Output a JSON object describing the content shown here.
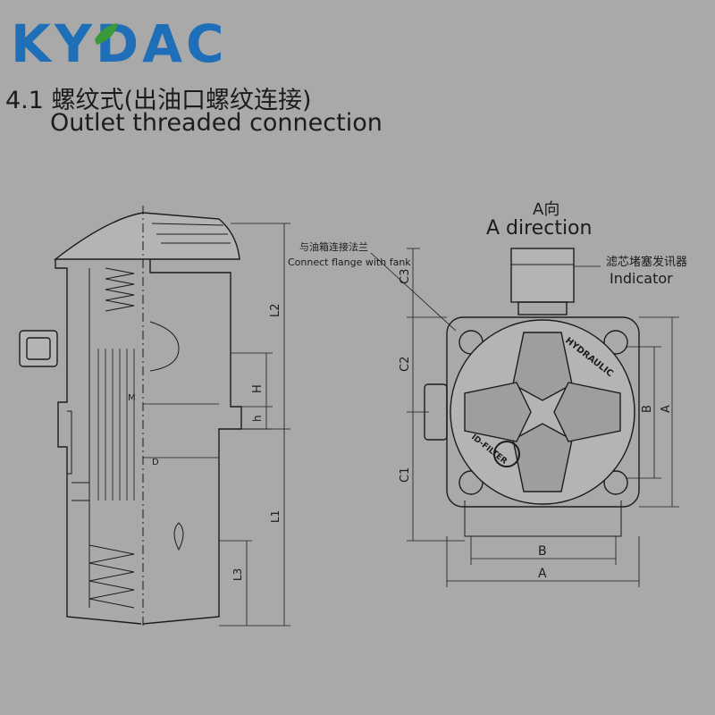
{
  "brand": {
    "logo_text": "KYDAC"
  },
  "heading": {
    "section": "4.1 螺纹式(出油口螺纹连接)",
    "subtitle": "Outlet threaded connection"
  },
  "labels": {
    "a_direction_cn": "A向",
    "a_direction_en": "A direction",
    "flange_cn": "与油箱连接法兰",
    "flange_en": "Connect flange with fank",
    "indicator_cn": "滤芯堵塞发讯器",
    "indicator_en": "Indicator",
    "housing_text_top": "HYDRAULIC",
    "housing_text_bottom": "ID-FILTER"
  },
  "dimensions": {
    "left_view": [
      "L2",
      "H",
      "h",
      "M",
      "D",
      "L1",
      "L3"
    ],
    "right_view": [
      "C3",
      "C2",
      "C1",
      "B",
      "A",
      "B",
      "A"
    ]
  },
  "colors": {
    "background": "#a9a9a9",
    "line": "#1c1c1c",
    "logo_blue": "#1f6fb8",
    "logo_green": "#3a9a3a"
  }
}
